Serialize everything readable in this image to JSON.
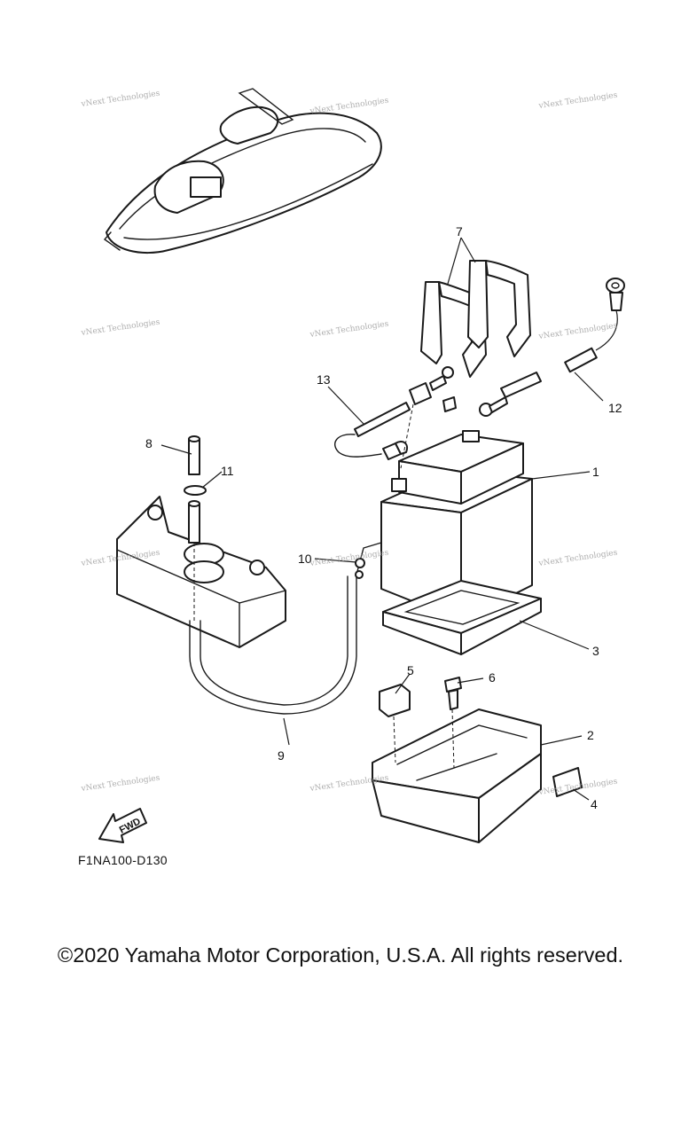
{
  "diagram": {
    "callouts": [
      {
        "id": "1",
        "label": "1"
      },
      {
        "id": "2",
        "label": "2"
      },
      {
        "id": "3",
        "label": "3"
      },
      {
        "id": "4",
        "label": "4"
      },
      {
        "id": "5",
        "label": "5"
      },
      {
        "id": "6",
        "label": "6"
      },
      {
        "id": "7",
        "label": "7"
      },
      {
        "id": "8",
        "label": "8"
      },
      {
        "id": "9",
        "label": "9"
      },
      {
        "id": "10",
        "label": "10"
      },
      {
        "id": "11",
        "label": "11"
      },
      {
        "id": "12",
        "label": "12"
      },
      {
        "id": "13",
        "label": "13"
      }
    ],
    "fwd_label": "FWD",
    "code": "F1NA100-D130",
    "watermark": "vNext Technologies"
  },
  "footer": {
    "copyright": "©2020 Yamaha Motor Corporation, U.S.A. All rights reserved."
  }
}
